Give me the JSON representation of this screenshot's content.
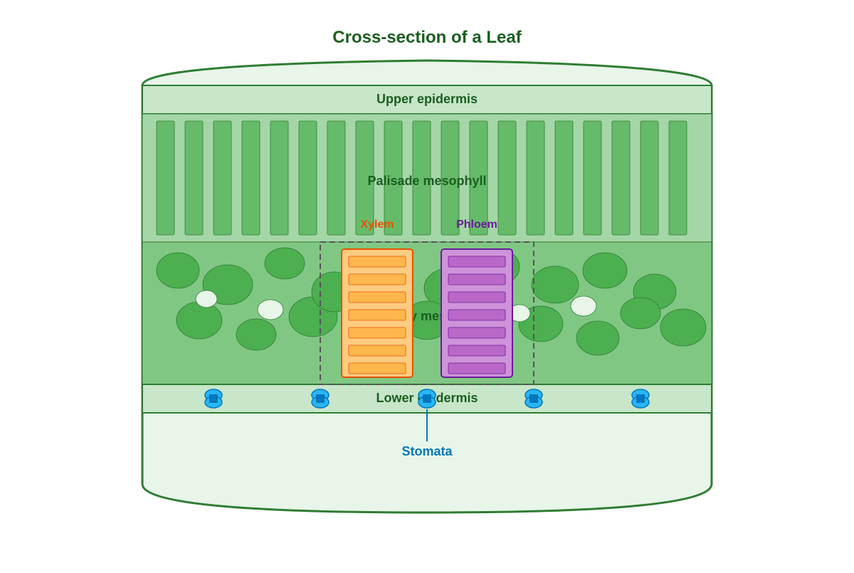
{
  "title": "Cross-section of a Leaf",
  "layers": {
    "upper_epidermis": "Upper epidermis",
    "palisade": "Palisade mesophyll",
    "spongy": "Spongy mesophyll",
    "lower_epidermis": "Lower epidermis"
  },
  "vascular": {
    "xylem": "Xylem",
    "phloem": "Phloem"
  },
  "stomata_label": "Stomata",
  "colors": {
    "title": "#1b5e20",
    "outline": "#2e7d32",
    "leaf_fill": "#e8f5e9",
    "epidermis": "#c8e6c9",
    "palisade_layer": "#a5d6a7",
    "palisade_cell": "#66bb6a",
    "spongy_layer": "#81c784",
    "spongy_cell": "#4caf50",
    "xylem_fill": "#ffcc80",
    "xylem_stroke": "#e65100",
    "xylem_cell": "#ffb74d",
    "phloem_fill": "#ce93d8",
    "phloem_stroke": "#6a1b9a",
    "phloem_cell": "#ba68c8",
    "stomata": "#29b6f6",
    "stomata_dark": "#0277bd"
  }
}
